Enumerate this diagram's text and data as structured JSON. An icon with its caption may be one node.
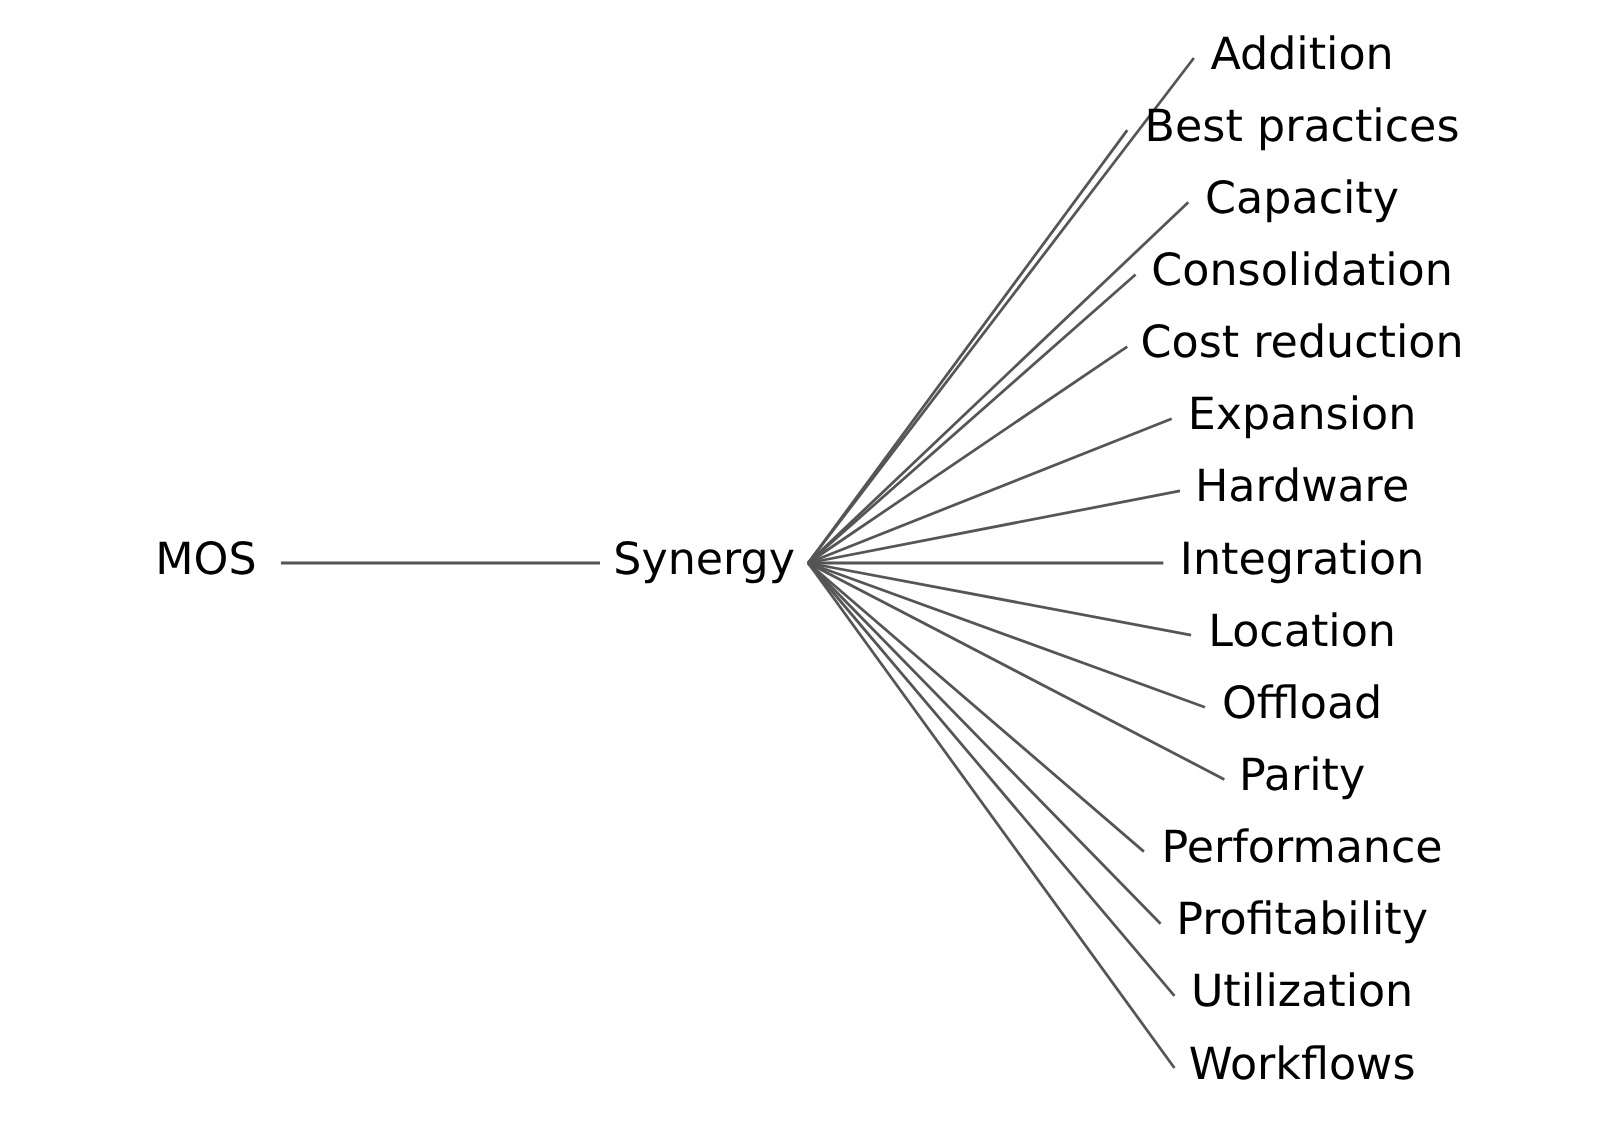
{
  "diagram": {
    "nodes": [
      {
        "text": [
          "MOS"
        ]
      },
      {
        "text": [
          "Synergy"
        ]
      },
      {
        "text": [
          "Addition"
        ]
      },
      {
        "text": [
          "Best practices"
        ]
      },
      {
        "text": [
          "Capacity"
        ]
      },
      {
        "text": [
          "Consolidation"
        ]
      },
      {
        "text": [
          "Cost reduction"
        ]
      },
      {
        "text": [
          "Expansion"
        ]
      },
      {
        "text": [
          "Hardware"
        ]
      },
      {
        "text": [
          "Integration"
        ]
      },
      {
        "text": [
          "Location"
        ]
      },
      {
        "text": [
          "Offload"
        ]
      },
      {
        "text": [
          "Parity"
        ]
      },
      {
        "text": [
          "Performance"
        ]
      },
      {
        "text": [
          "Profitability"
        ]
      },
      {
        "text": [
          "Utilization"
        ]
      },
      {
        "text": [
          "Workflows"
        ]
      }
    ],
    "edges": [
      {
        "from": 0,
        "to": 1,
        "arrow": "none"
      },
      {
        "from": 1,
        "to": 2,
        "arrow": "none"
      },
      {
        "from": 1,
        "to": 3,
        "arrow": "none"
      },
      {
        "from": 1,
        "to": 4,
        "arrow": "none"
      },
      {
        "from": 1,
        "to": 5,
        "arrow": "none"
      },
      {
        "from": 1,
        "to": 6,
        "arrow": "none"
      },
      {
        "from": 1,
        "to": 7,
        "arrow": "none"
      },
      {
        "from": 1,
        "to": 8,
        "arrow": "none"
      },
      {
        "from": 1,
        "to": 9,
        "arrow": "none"
      },
      {
        "from": 1,
        "to": 10,
        "arrow": "none"
      },
      {
        "from": 1,
        "to": 11,
        "arrow": "none"
      },
      {
        "from": 1,
        "to": 12,
        "arrow": "none"
      },
      {
        "from": 1,
        "to": 13,
        "arrow": "none"
      },
      {
        "from": 1,
        "to": 14,
        "arrow": "none"
      },
      {
        "from": 1,
        "to": 15,
        "arrow": "none"
      },
      {
        "from": 1,
        "to": 16,
        "arrow": "none"
      }
    ]
  }
}
